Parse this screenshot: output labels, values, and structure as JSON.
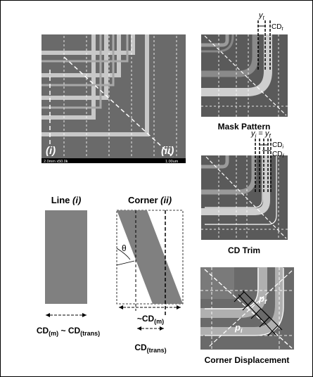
{
  "sem": {
    "label_i": "(i)",
    "label_ii": "(ii)",
    "scalebar_left": "2.0mm x50.0k",
    "scalebar_right": "1.00um"
  },
  "mask": {
    "caption": "Mask Pattern",
    "y_label": "y",
    "y_sub": "t",
    "cd_label": "CD",
    "cd_sub": "t"
  },
  "trim": {
    "caption": "CD Trim",
    "y_eq_lhs": "y",
    "y_eq_lhs_sub": "i",
    "y_eq_rhs": "y",
    "y_eq_rhs_sub": "f",
    "cd_i": "CD",
    "cd_i_sub": "i",
    "cd_f": "CD",
    "cd_f_sub": "f"
  },
  "displacement": {
    "caption": "Corner Displacement",
    "p_f": "p",
    "p_f_sub": "f",
    "p_i": "p",
    "p_i_sub": "i"
  },
  "line": {
    "title": "Line ",
    "title_italic": "(i)",
    "cd_label": "CD",
    "cd_sub1": "(m)",
    "approx": " ~ CD",
    "cd_sub2": "(trans)"
  },
  "corner": {
    "title": "Corner ",
    "title_italic": "(ii)",
    "theta": "θ",
    "cd_m": "~CD",
    "cd_m_sub": "(m)",
    "cd_trans": "CD",
    "cd_trans_sub": "(trans)"
  },
  "colors": {
    "sem_bg": "#6a6a6a",
    "sem_line": "#c4c4c4",
    "block_gray": "#808080",
    "panel_dark": "#5a5a5a"
  }
}
